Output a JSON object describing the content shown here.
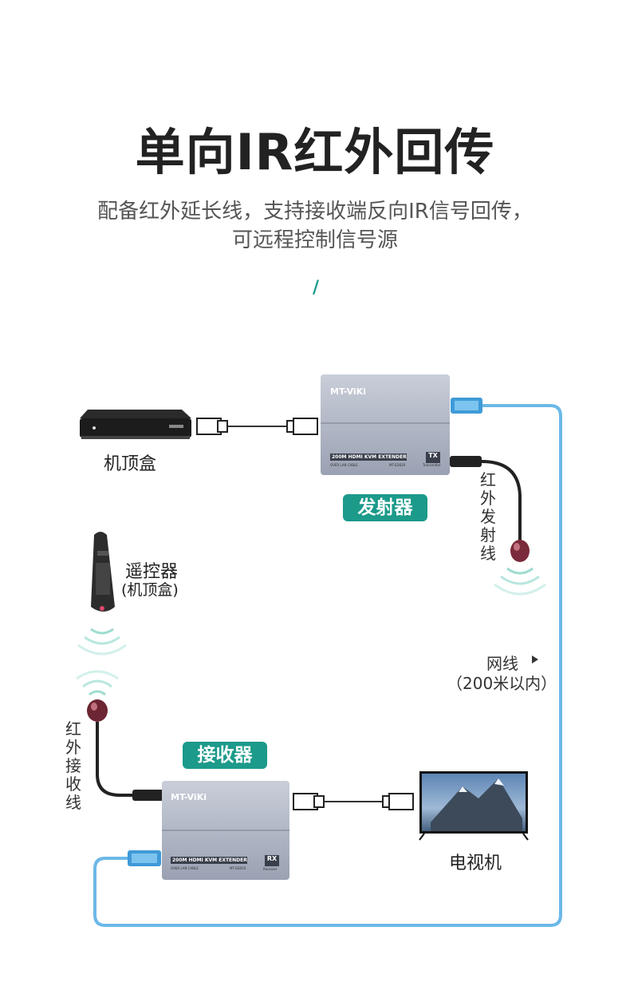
{
  "title": "单向IR红外回传",
  "subtitle_line1": "配备红外延长线，支持接收端反向IR信号回传，",
  "subtitle_line2": "可远程控制信号源",
  "divider_mark": "/",
  "tx": {
    "tag": "发射器",
    "brand": "MT-ViKi",
    "panel": "200M HDMI KVM EXTENDER",
    "panel_small_left": "OVER LAN CABLE",
    "panel_small_right": "MT-ED020",
    "badge": "TX",
    "badge_small": "Transmitter"
  },
  "rx": {
    "tag": "接收器",
    "brand": "MT-ViKi",
    "panel": "200M HDMI KVM EXTENDER",
    "panel_small_left": "OVER LAN CABLE",
    "panel_small_right": "MT-ED020",
    "badge": "RX",
    "badge_small": "Receiver"
  },
  "settop_box_label": "机顶盒",
  "remote_label": "遥控器",
  "remote_sublabel": "(机顶盒)",
  "ir_tx_label": "红外发射线",
  "ir_rx_label": "红外接收线",
  "network_label": "网线",
  "network_sublabel": "（200米以内）",
  "tv_label": "电视机",
  "colors": {
    "accent": "#1c9a8a",
    "cable": "#6cb8e8"
  }
}
